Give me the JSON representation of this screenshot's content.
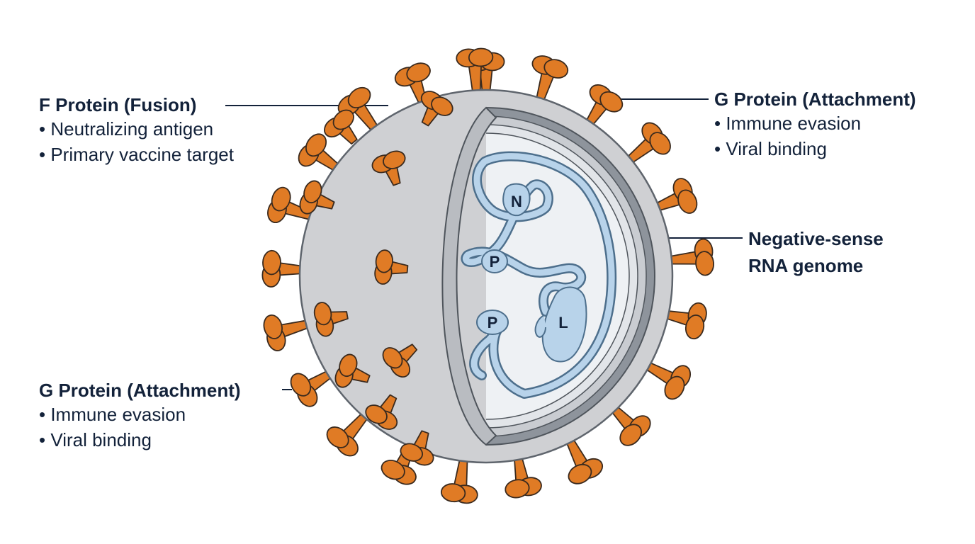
{
  "labels": {
    "f_protein": {
      "title": "F Protein (Fusion)",
      "bullets": [
        "Neutralizing antigen",
        "Primary vaccine target"
      ]
    },
    "g_protein_right": {
      "title": "G Protein (Attachment)",
      "bullets": [
        "Immune evasion",
        "Viral binding"
      ]
    },
    "g_protein_left": {
      "title": "G Protein (Attachment)",
      "bullets": [
        "Immune evasion",
        "Viral binding"
      ]
    },
    "rna_genome": {
      "line1": "Negative-sense",
      "line2": "RNA genome"
    }
  },
  "inner_proteins": {
    "n": "N",
    "p_upper": "P",
    "p_lower": "P",
    "l": "L"
  },
  "colors": {
    "spike": "#e07b25",
    "spike_stroke": "#3a2a1e",
    "envelope": "#cfd0d3",
    "membrane": "#9aa0a8",
    "interior": "#eef1f4",
    "rna": "#b8d3ea",
    "rna_stroke": "#4d6f8c",
    "text": "#13223a"
  }
}
